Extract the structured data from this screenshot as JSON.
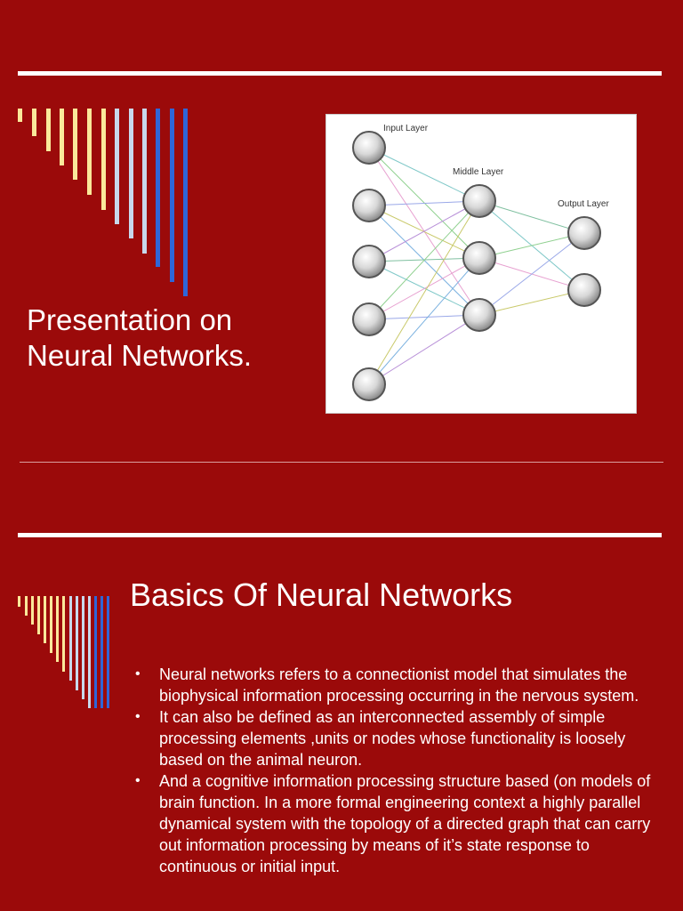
{
  "slide1": {
    "title_line1": "Presentation on",
    "title_line2": "Neural Networks.",
    "diagram": {
      "input_label": "Input Layer",
      "middle_label": "Middle Layer",
      "output_label": "Output Layer"
    }
  },
  "slide2": {
    "title": "Basics Of Neural Networks",
    "bullets": [
      "Neural networks refers to a connectionist model that simulates the biophysical information processing occurring in the nervous system.",
      "It can also be defined as an interconnected assembly of simple processing elements ,units or nodes whose functionality is loosely based on the animal neuron.",
      "And a cognitive information processing structure based (on models of brain function. In a more formal engineering context a highly parallel dynamical system with the topology of a directed graph that can carry out information processing by means of it’s state response to continuous or initial input."
    ]
  },
  "colors": {
    "background": "#9b0a0a",
    "bar_yellow": "#fbe89a",
    "bar_pale_blue": "#c8d8ec",
    "bar_blue": "#2f66d8"
  }
}
